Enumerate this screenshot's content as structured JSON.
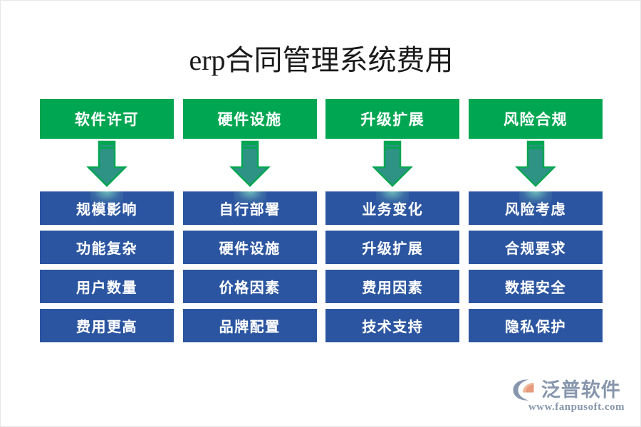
{
  "title": "erp合同管理系统费用",
  "colors": {
    "header_green": "#00A651",
    "box_blue": "#2B55A0",
    "arrow_teal": "#2E9384",
    "arrow_outline_green": "#00A651",
    "background": "#FFFFFF",
    "logo_gray_blue": "#8796AD",
    "logo_orange": "#E59B7C"
  },
  "columns": [
    {
      "header": "软件许可",
      "arrow_icon": "down-arrow-icon",
      "items": [
        "规模影响",
        "功能复杂",
        "用户数量",
        "费用更高"
      ]
    },
    {
      "header": "硬件设施",
      "arrow_icon": "down-arrow-icon",
      "items": [
        "自行部署",
        "硬件设施",
        "价格因素",
        "品牌配置"
      ]
    },
    {
      "header": "升级扩展",
      "arrow_icon": "down-arrow-icon",
      "items": [
        "业务变化",
        "升级扩展",
        "费用因素",
        "技术支持"
      ]
    },
    {
      "header": "风险合规",
      "arrow_icon": "down-arrow-icon",
      "items": [
        "风险考虑",
        "合规要求",
        "数据安全",
        "隐私保护"
      ]
    }
  ],
  "logo": {
    "mark_icon": "fanpu-circle-mark-icon",
    "name": "泛普软件",
    "url": "www.fanpusoft.com"
  }
}
